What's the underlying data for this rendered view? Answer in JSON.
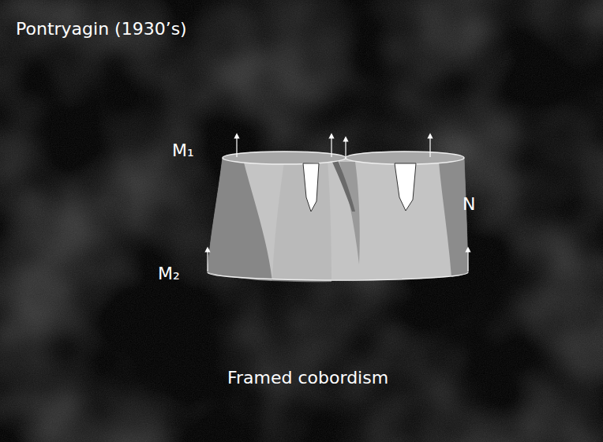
{
  "diagram": {
    "title": "Pontryagin (1930’s)",
    "caption": "Framed cobordism",
    "labels": [
      "M₁",
      "M₂",
      "N"
    ]
  }
}
